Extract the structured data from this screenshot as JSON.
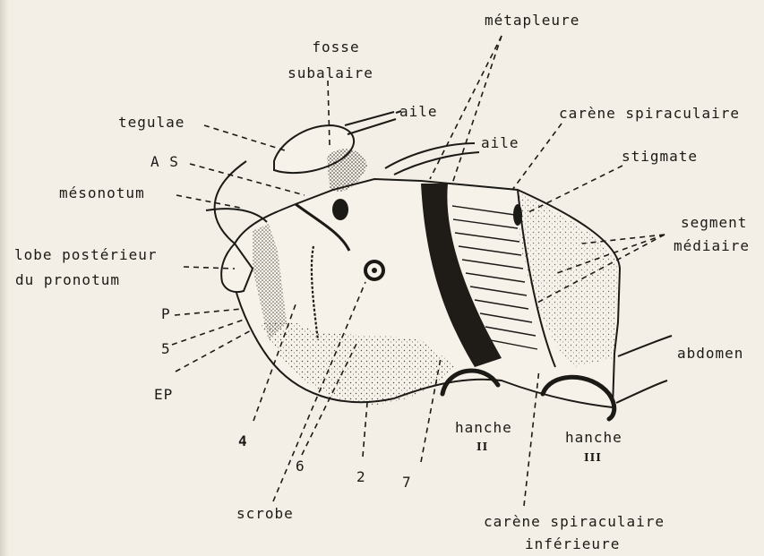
{
  "labels": {
    "metapleure": "métapleure",
    "fosse_subalaire_1": "fosse",
    "fosse_subalaire_2": "subalaire",
    "tegulae": "tegulae",
    "aile_1": "aile",
    "aile_2": "aile",
    "carene_spiraculaire": "carène spiraculaire",
    "stigmate": "stigmate",
    "as": "A S",
    "mesonotum": "mésonotum",
    "segment_mediaire_1": "segment",
    "segment_mediaire_2": "médiaire",
    "lobe_posterieur_1": "lobe postérieur",
    "lobe_posterieur_2": "du pronotum",
    "p": "P",
    "five": "5",
    "ep": "EP",
    "abdomen": "abdomen",
    "hanche_ii": "hanche",
    "roman_ii": "II",
    "hanche_iii": "hanche",
    "roman_iii": "III",
    "four": "4",
    "six": "6",
    "two": "2",
    "seven": "7",
    "scrobe": "scrobe",
    "carene_inf_1": "carène spiraculaire",
    "carene_inf_2": "inférieure"
  },
  "colors": {
    "ink": "#1c1a17",
    "paper": "#f3efe6"
  }
}
